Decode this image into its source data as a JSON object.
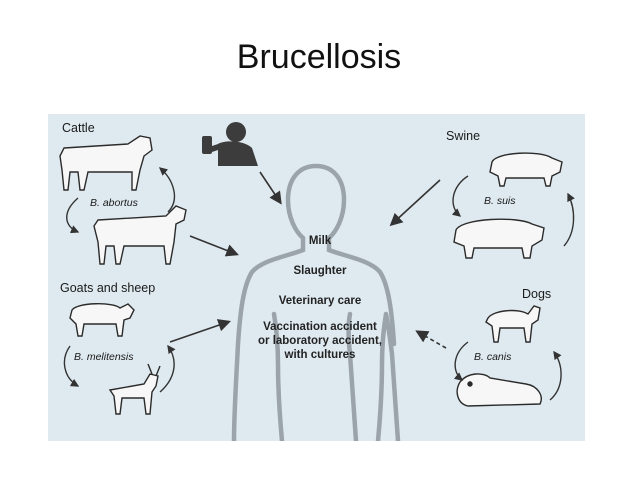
{
  "title": "Brucellosis",
  "groups": {
    "cattle": {
      "label": "Cattle",
      "species": "B. abortus"
    },
    "goats_sheep": {
      "label": "Goats and sheep",
      "species": "B. melitensis"
    },
    "swine": {
      "label": "Swine",
      "species": "B. suis"
    },
    "dogs": {
      "label": "Dogs",
      "species": "B. canis"
    }
  },
  "routes": [
    "Milk",
    "Slaughter",
    "Veterinary care",
    "Vaccination accident",
    "or laboratory accident,",
    "with cultures"
  ],
  "colors": {
    "panel": "#dfeaf0",
    "line": "#333333"
  }
}
